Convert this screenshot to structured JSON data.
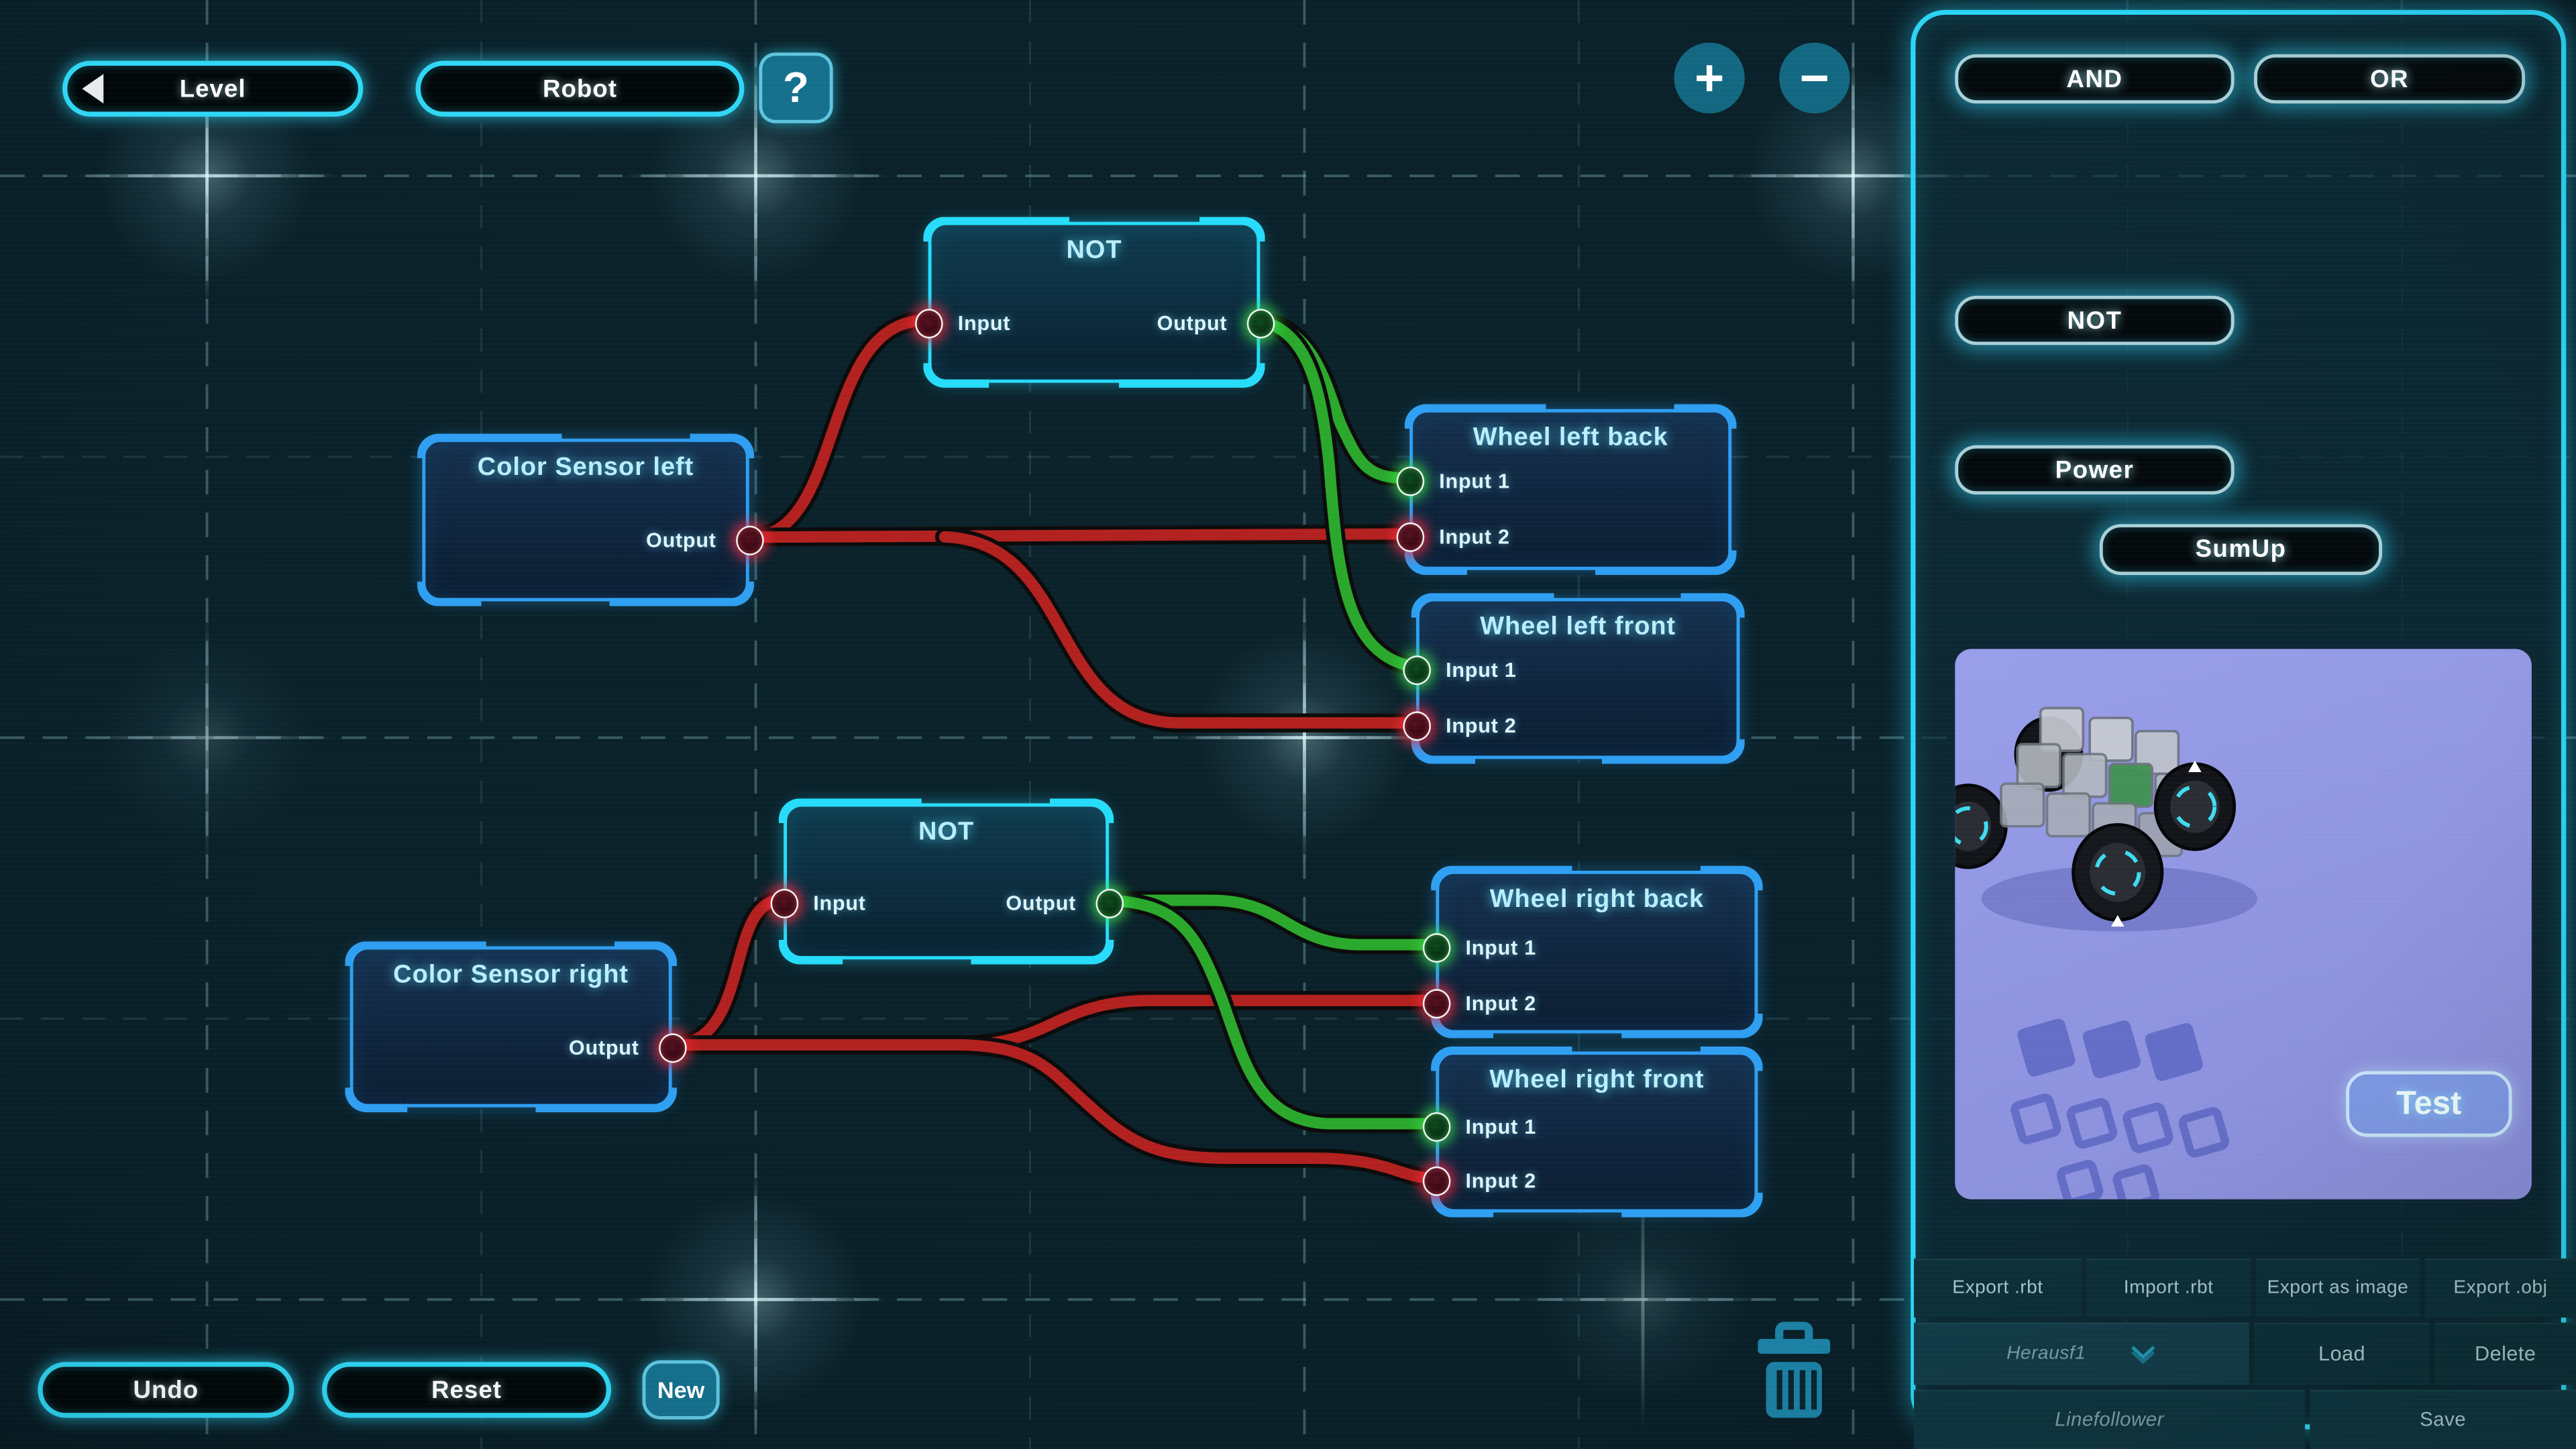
{
  "header": {
    "level_label": "Level",
    "robot_label": "Robot",
    "help_label": "?",
    "zoom_in": "+",
    "zoom_out": "−"
  },
  "footer": {
    "undo_label": "Undo",
    "reset_label": "Reset",
    "new_label": "New"
  },
  "palette": {
    "and_label": "AND",
    "or_label": "OR",
    "not_label": "NOT",
    "power_label": "Power",
    "sumup_label": "SumUp"
  },
  "preview": {
    "test_label": "Test"
  },
  "files": {
    "export_rbt": "Export .rbt",
    "import_rbt": "Import .rbt",
    "export_image": "Export as image",
    "export_obj": "Export .obj",
    "robot_name": "Herausf1",
    "load": "Load",
    "delete": "Delete",
    "program_name": "Linefollower",
    "save": "Save"
  },
  "nodes": {
    "not_left": {
      "title": "NOT",
      "input_label": "Input",
      "output_label": "Output"
    },
    "color_sensor_left": {
      "title": "Color Sensor left",
      "output_label": "Output"
    },
    "wheel_left_back": {
      "title": "Wheel left back",
      "input1_label": "Input 1",
      "input2_label": "Input 2"
    },
    "wheel_left_front": {
      "title": "Wheel left front",
      "input1_label": "Input 1",
      "input2_label": "Input 2"
    },
    "not_right": {
      "title": "NOT",
      "input_label": "Input",
      "output_label": "Output"
    },
    "color_sensor_right": {
      "title": "Color Sensor right",
      "output_label": "Output"
    },
    "wheel_right_back": {
      "title": "Wheel right back",
      "input1_label": "Input 1",
      "input2_label": "Input 2"
    },
    "wheel_right_front": {
      "title": "Wheel right front",
      "input1_label": "Input 1",
      "input2_label": "Input 2"
    }
  },
  "connections": [
    {
      "from": "color_sensor_left.output",
      "to": "not_left.input",
      "signal": "red"
    },
    {
      "from": "color_sensor_left.output",
      "to": "wheel_left_back.input2",
      "signal": "red"
    },
    {
      "from": "color_sensor_left.output",
      "to": "wheel_left_front.input2",
      "signal": "red"
    },
    {
      "from": "not_left.output",
      "to": "wheel_left_back.input1",
      "signal": "green"
    },
    {
      "from": "not_left.output",
      "to": "wheel_left_front.input1",
      "signal": "green"
    },
    {
      "from": "color_sensor_right.output",
      "to": "not_right.input",
      "signal": "red"
    },
    {
      "from": "color_sensor_right.output",
      "to": "wheel_right_back.input2",
      "signal": "red"
    },
    {
      "from": "color_sensor_right.output",
      "to": "wheel_right_front.input2",
      "signal": "red"
    },
    {
      "from": "not_right.output",
      "to": "wheel_right_back.input1",
      "signal": "green"
    },
    {
      "from": "not_right.output",
      "to": "wheel_right_front.input1",
      "signal": "green"
    }
  ],
  "colors": {
    "accent_cyan": "#2bd4f4",
    "node_blue_border": "#2f9ff2",
    "node_cyan_border": "#27dcfa",
    "wire_red": "#b2211f",
    "wire_green": "#2aa82c",
    "port_red_glow": "#ff283e",
    "port_green_glow": "#3ee448",
    "teal_button": "#14708d",
    "panel_text": "#a9c6cd"
  }
}
